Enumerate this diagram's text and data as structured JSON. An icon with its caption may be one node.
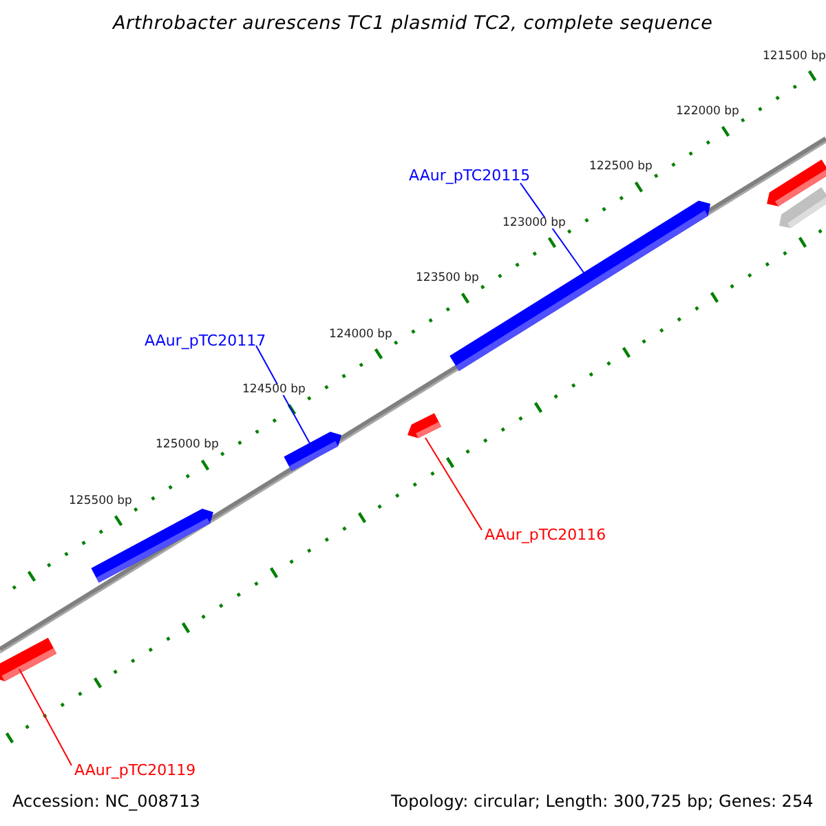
{
  "diagram": {
    "title": "Arthrobacter aurescens TC1 plasmid TC2, complete sequence",
    "nodes": [
      {
        "text": [
          "AAur_pTC20115"
        ]
      },
      {
        "text": [],
        "shape": "bar"
      },
      {
        "text": [],
        "shape": "bar"
      },
      {
        "text": [],
        "shape": "bar"
      },
      {
        "text": [
          "AAur_pTC20117"
        ]
      },
      {
        "text": [],
        "shape": "bar"
      },
      {
        "text": [],
        "shape": "bar"
      },
      {
        "text": [],
        "shape": "bar"
      },
      {
        "text": [
          "AAur_pTC20116"
        ]
      },
      {
        "text": [],
        "shape": "bar"
      },
      {
        "text": [
          "AAur_pTC20119"
        ]
      }
    ],
    "edges": [
      {
        "from": 0,
        "to": 3,
        "arrow": "none",
        "color": "#0000ff"
      },
      {
        "from": 4,
        "to": 6,
        "arrow": "none",
        "color": "#0000ff"
      },
      {
        "from": 8,
        "to": 5,
        "arrow": "none",
        "color": "#ff0000"
      },
      {
        "from": 10,
        "to": 9,
        "arrow": "none",
        "color": "#ff0000"
      }
    ],
    "labels": [
      "121500 bp",
      "122000 bp",
      "122500 bp",
      "123000 bp",
      "123500 bp",
      "124000 bp",
      "124500 bp",
      "125000 bp",
      "125500 bp",
      "Accession: NC_008713",
      "Topology: circular; Length: 300,725 bp; Genes: 254"
    ]
  }
}
